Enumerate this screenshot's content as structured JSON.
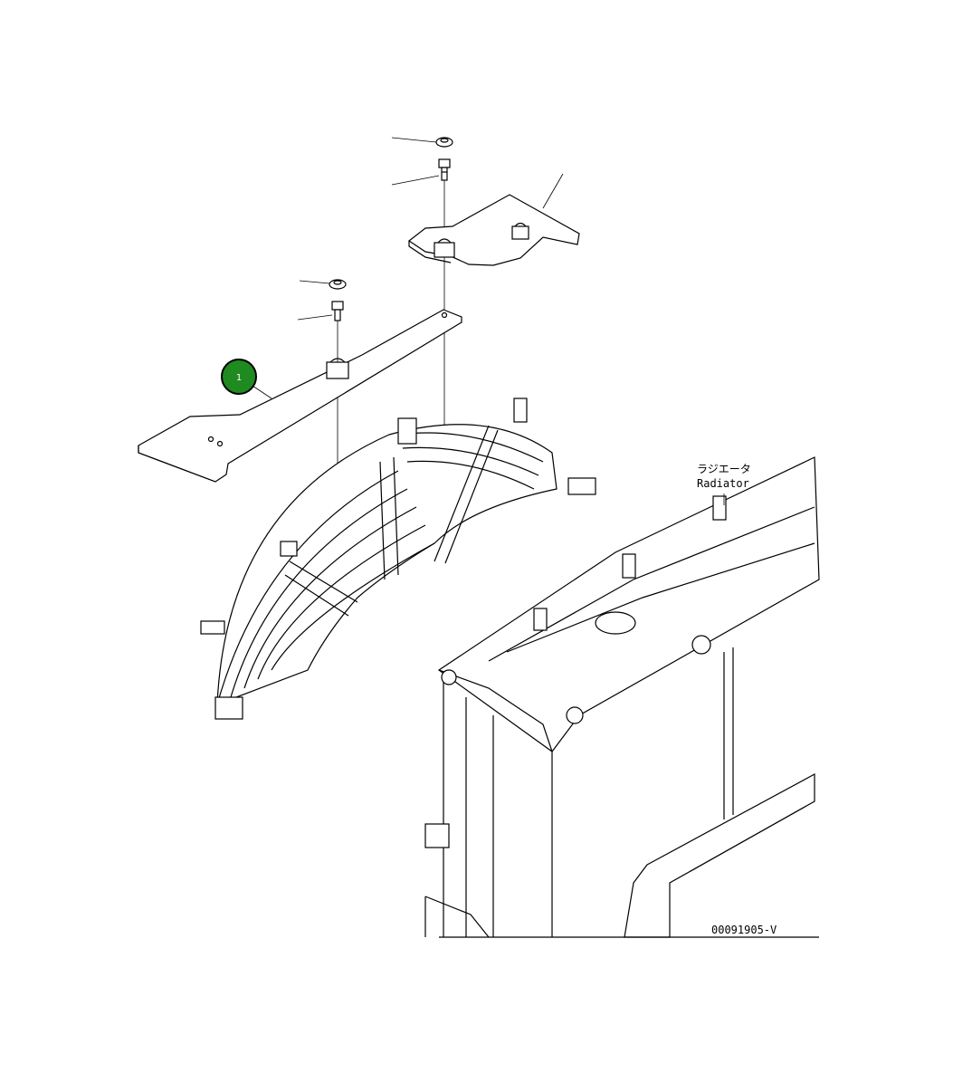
{
  "callout": {
    "number": "1",
    "color": "#1f8a1f"
  },
  "labels": {
    "radiator_jp": "ラジエータ",
    "radiator_en": "Radiator",
    "drawing_code": "00091905-V"
  }
}
